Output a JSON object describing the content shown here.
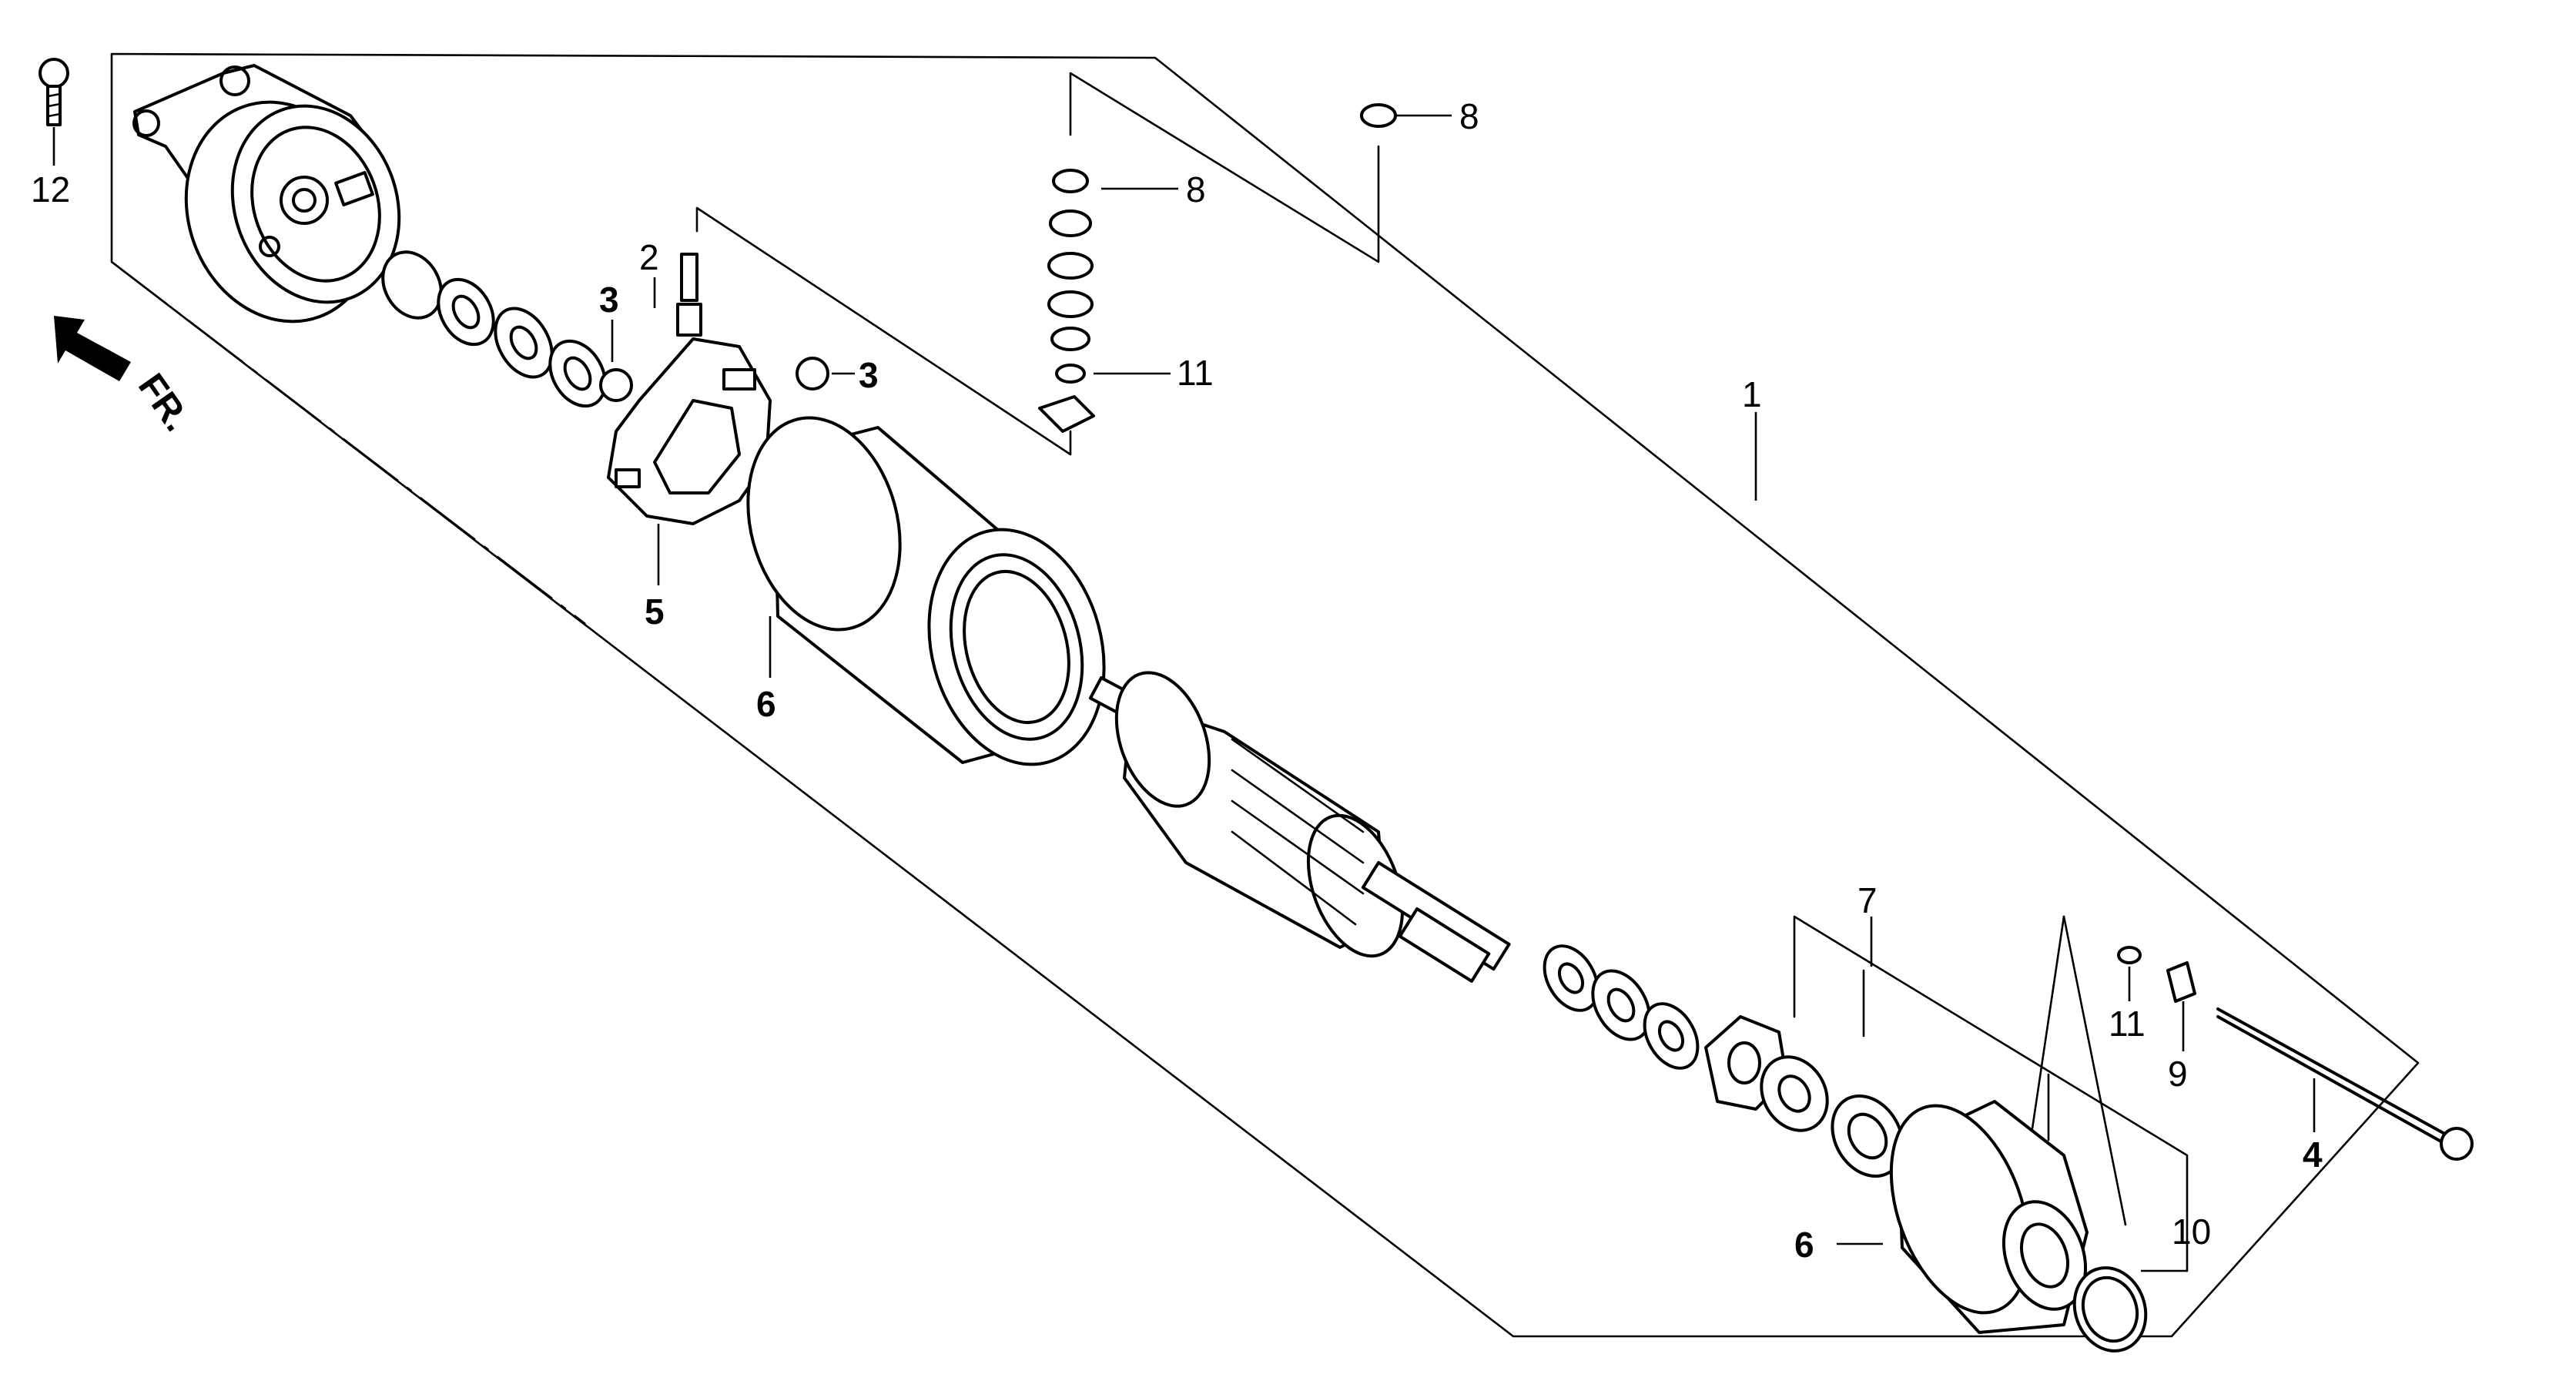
{
  "front_marker": {
    "label": "FR."
  },
  "callouts": [
    {
      "id": "label-1",
      "text": "1",
      "bold": false
    },
    {
      "id": "label-2",
      "text": "2",
      "bold": false
    },
    {
      "id": "label-3a",
      "text": "3",
      "bold": true
    },
    {
      "id": "label-3b",
      "text": "3",
      "bold": true
    },
    {
      "id": "label-4",
      "text": "4",
      "bold": true
    },
    {
      "id": "label-5",
      "text": "5",
      "bold": true
    },
    {
      "id": "label-6a",
      "text": "6",
      "bold": true
    },
    {
      "id": "label-6b",
      "text": "6",
      "bold": true
    },
    {
      "id": "label-7",
      "text": "7",
      "bold": false
    },
    {
      "id": "label-8a",
      "text": "8",
      "bold": false
    },
    {
      "id": "label-8b",
      "text": "8",
      "bold": false
    },
    {
      "id": "label-9",
      "text": "9",
      "bold": false
    },
    {
      "id": "label-10",
      "text": "10",
      "bold": false
    },
    {
      "id": "label-11a",
      "text": "11",
      "bold": false
    },
    {
      "id": "label-11b",
      "text": "11",
      "bold": false
    },
    {
      "id": "label-12",
      "text": "12",
      "bold": false
    }
  ]
}
